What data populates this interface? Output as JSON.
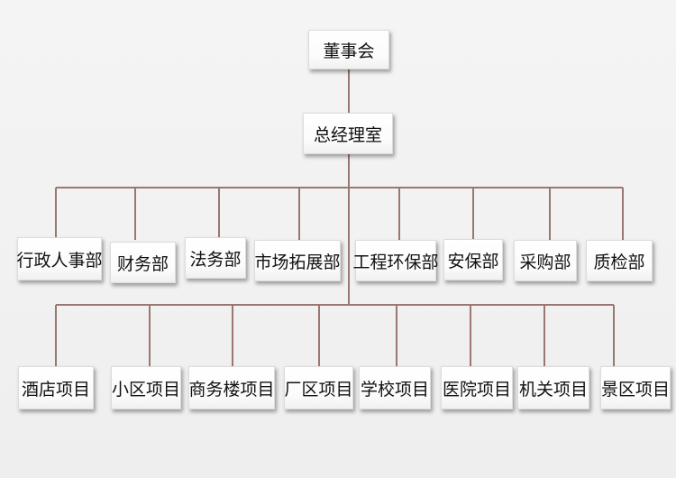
{
  "root": {
    "label": "董事会"
  },
  "gm": {
    "label": "总经理室"
  },
  "departments": [
    {
      "label": "行政人事部"
    },
    {
      "label": "财务部"
    },
    {
      "label": "法务部"
    },
    {
      "label": "市场拓展部"
    },
    {
      "label": "工程环保部"
    },
    {
      "label": "安保部"
    },
    {
      "label": "采购部"
    },
    {
      "label": "质检部"
    }
  ],
  "projects": [
    {
      "label": "酒店项目"
    },
    {
      "label": "小区项目"
    },
    {
      "label": "商务楼项目"
    },
    {
      "label": "厂区项目"
    },
    {
      "label": "学校项目"
    },
    {
      "label": "医院项目"
    },
    {
      "label": "机关项目"
    },
    {
      "label": "景区项目"
    }
  ],
  "colors": {
    "connector": "#9a7770",
    "box_border": "#dcdcdc",
    "background": "#f2f2f2"
  }
}
